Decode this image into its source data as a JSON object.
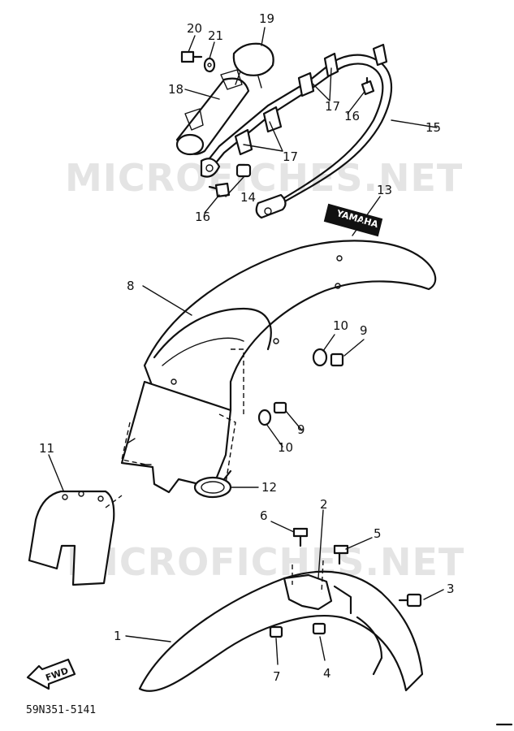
{
  "diagram": {
    "watermark": "MICROFICHES.NET",
    "drawing_code": "59N351-5141",
    "direction_label": "FWD",
    "emblem_text": "YAMAHA",
    "callouts": [
      "1",
      "2",
      "3",
      "4",
      "5",
      "6",
      "7",
      "8",
      "9",
      "10",
      "11",
      "12",
      "13",
      "14",
      "15",
      "16",
      "17",
      "18",
      "19",
      "20",
      "21"
    ]
  }
}
